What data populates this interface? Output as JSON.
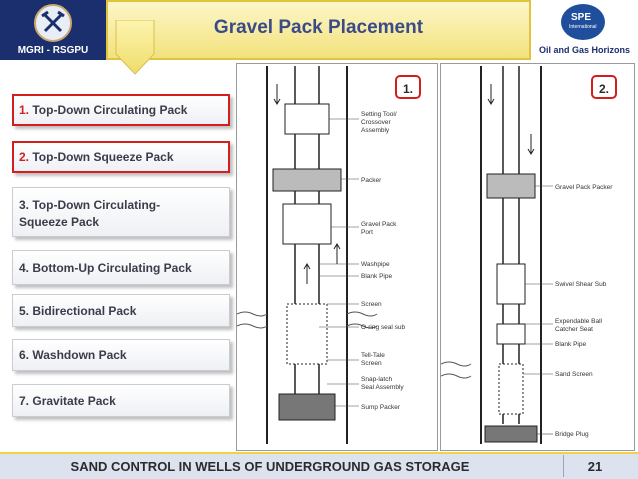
{
  "header": {
    "title": "Gravel Pack Placement",
    "left_logo_label": "MGRI - RSGPU",
    "right_logo_label": "Oil and Gas Horizons",
    "right_logo_mark": "SPE",
    "right_logo_sub": "International",
    "accent": "#f0d343",
    "navy": "#1b2f6e"
  },
  "methods": [
    {
      "num": "1.",
      "label": "Top-Down Circulating Pack"
    },
    {
      "num": "2.",
      "label": "Top-Down Squeeze Pack"
    },
    {
      "num": "3.",
      "label": "Top-Down Circulating-",
      "label2": "Squeeze Pack"
    },
    {
      "num": "4.",
      "label": "Bottom-Up Circulating Pack"
    },
    {
      "num": "5.",
      "label": "Bidirectional Pack"
    },
    {
      "num": "6.",
      "label": "Washdown Pack"
    },
    {
      "num": "7.",
      "label": "Gravitate Pack"
    }
  ],
  "diagram1": {
    "tag": "1.",
    "labels": [
      "Setting Tool/",
      "Crossover",
      "Assembly",
      "Packer",
      "Gravel Pack",
      "Port",
      "Washpipe",
      "Blank Pipe",
      "Screen",
      "O-ring seal sub",
      "Tell-Tale",
      "Screen",
      "Snap-latch",
      "Seal Assembly",
      "Sump Packer"
    ]
  },
  "diagram2": {
    "tag": "2.",
    "labels": [
      "Gravel Pack Packer",
      "Swivel Shear Sub",
      "Expendable Ball",
      "Catcher Seat",
      "Blank Pipe",
      "Sand Screen",
      "Bridge Plug"
    ]
  },
  "footer": {
    "text": "SAND CONTROL IN WELLS OF UNDERGROUND GAS STORAGE",
    "page": "21"
  }
}
